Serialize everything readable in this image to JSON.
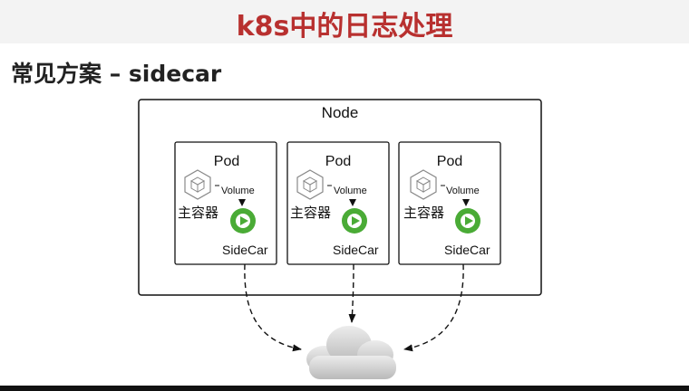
{
  "slide": {
    "title": "k8s中的日志处理",
    "heading": "常见方案 – sidecar",
    "accent_color": "#b8302f"
  },
  "diagram": {
    "node_label": "Node",
    "pods": [
      {
        "label": "Pod",
        "container_label": "主容器",
        "volume_label": "Volume",
        "sidecar_label": "SideCar"
      },
      {
        "label": "Pod",
        "container_label": "主容器",
        "volume_label": "Volume",
        "sidecar_label": "SideCar"
      },
      {
        "label": "Pod",
        "container_label": "主容器",
        "volume_label": "Volume",
        "sidecar_label": "SideCar"
      }
    ],
    "storage_icon": "cloud-icon",
    "container_icon": "cube-icon",
    "sidecar_icon": "play-badge-icon",
    "sidecar_color": "#4aab36"
  }
}
